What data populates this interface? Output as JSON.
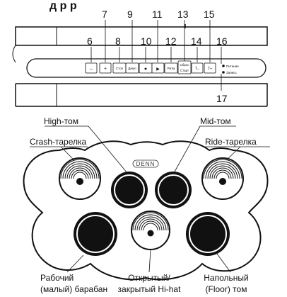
{
  "header": {
    "title_fragment": "д     р    р"
  },
  "panel": {
    "callout_numbers": [
      "6",
      "7",
      "8",
      "9",
      "10",
      "11",
      "12",
      "13",
      "14",
      "15",
      "16",
      "17"
    ],
    "buttons": [
      "–",
      "+",
      "Стоп",
      "Демо",
      "●",
      "▶",
      "Ритм",
      "Сброс",
      "T–",
      "T+"
    ],
    "button_sub": {
      "sbros_line2": "Старт"
    },
    "power_label": "Питание",
    "record_label": "Запись"
  },
  "kit": {
    "logo": "DENN",
    "labels": {
      "high_tom": "High-том",
      "mid_tom": "Mid-том",
      "crash": "Crash-тарелка",
      "ride": "Ride-тарелка",
      "snare_line1": "Рабочий",
      "snare_line2": "(малый) барабан",
      "hihat_line1": "Открытый/",
      "hihat_line2": "закрытый Hi-hat",
      "floor_line1": "Напольный",
      "floor_line2": "(Floor) том"
    }
  }
}
